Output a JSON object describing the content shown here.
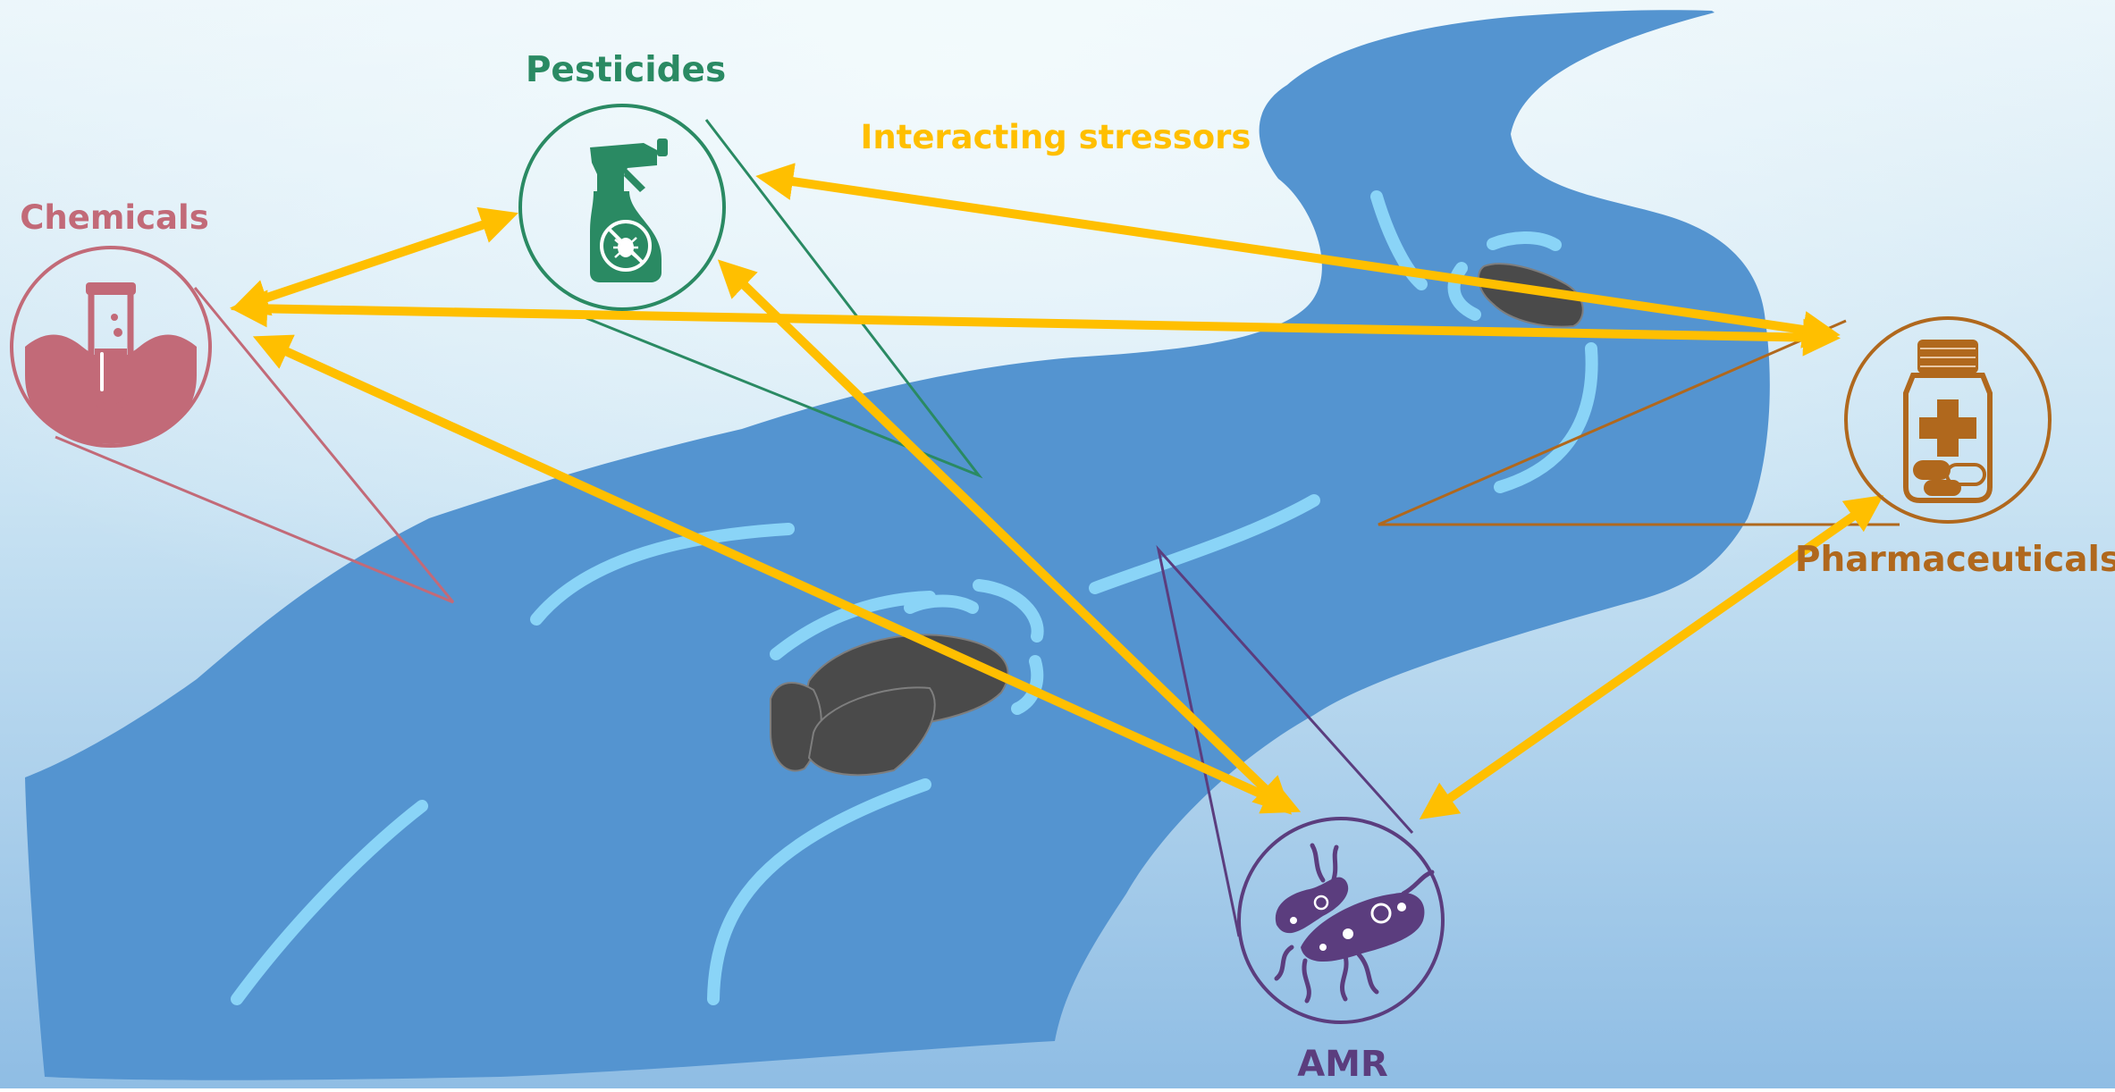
{
  "labels": {
    "pesticides": "Pesticides",
    "chemicals": "Chemicals",
    "pharmaceuticals": "Pharmaceuticals",
    "amr": "AMR",
    "interacting_stressors": "Interacting stressors"
  },
  "colors": {
    "pesticides": "#2a8a63",
    "chemicals": "#c26a78",
    "pharmaceuticals": "#b0681d",
    "amr": "#5b3d7e",
    "arrows": "#ffbf00",
    "river": "#5494d0",
    "ripples": "#8ad4f7",
    "rocks": "#4a4a4a",
    "sky_top": "#eaf5fa",
    "sky_bottom": "#8fbde4"
  },
  "icons": {
    "pesticides": "spray-bottle-icon",
    "chemicals": "test-tube-icon",
    "pharmaceuticals": "medicine-bottle-icon",
    "amr": "bacteria-icon"
  }
}
